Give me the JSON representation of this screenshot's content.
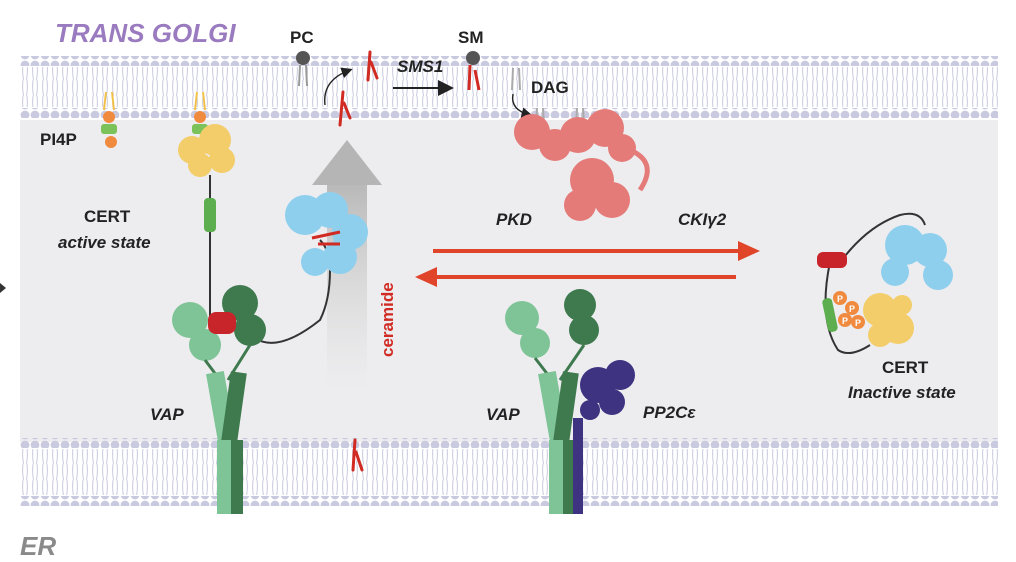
{
  "compartments": {
    "top": "TRANS GOLGI",
    "bottom": "ER"
  },
  "lipids": {
    "pc": "PC",
    "sm": "SM",
    "dag": "DAG",
    "pi4p": "PI4P",
    "ceramide": "ceramide"
  },
  "enzymes": {
    "sms1": "SMS1",
    "pkd": "PKD",
    "ckig2": "CKIγ2",
    "pp2ce": "PP2Cε"
  },
  "proteins": {
    "vap_left": "VAP",
    "vap_right": "VAP"
  },
  "cert_active": {
    "name": "CERT",
    "state": "active state"
  },
  "cert_inactive": {
    "name": "CERT",
    "state": "Inactive state"
  },
  "phospho_mark": "P",
  "colors": {
    "compartment_label": "#9a7bbf",
    "er_label": "#8a8a8a",
    "membrane_head": "#c9c9df",
    "cytosol": "#ededf0",
    "arrow_red": "#e0452a",
    "ceramide_red": "#d12a22",
    "pkd": "#e57b78",
    "start_domain": "#8fcfee",
    "ph_domain": "#f2cd6a",
    "vap_light": "#7fc497",
    "vap_dark": "#3f7a4f",
    "pp2c": "#3d3380",
    "ffat": "#c8252a",
    "phospho": "#f08a3e"
  }
}
